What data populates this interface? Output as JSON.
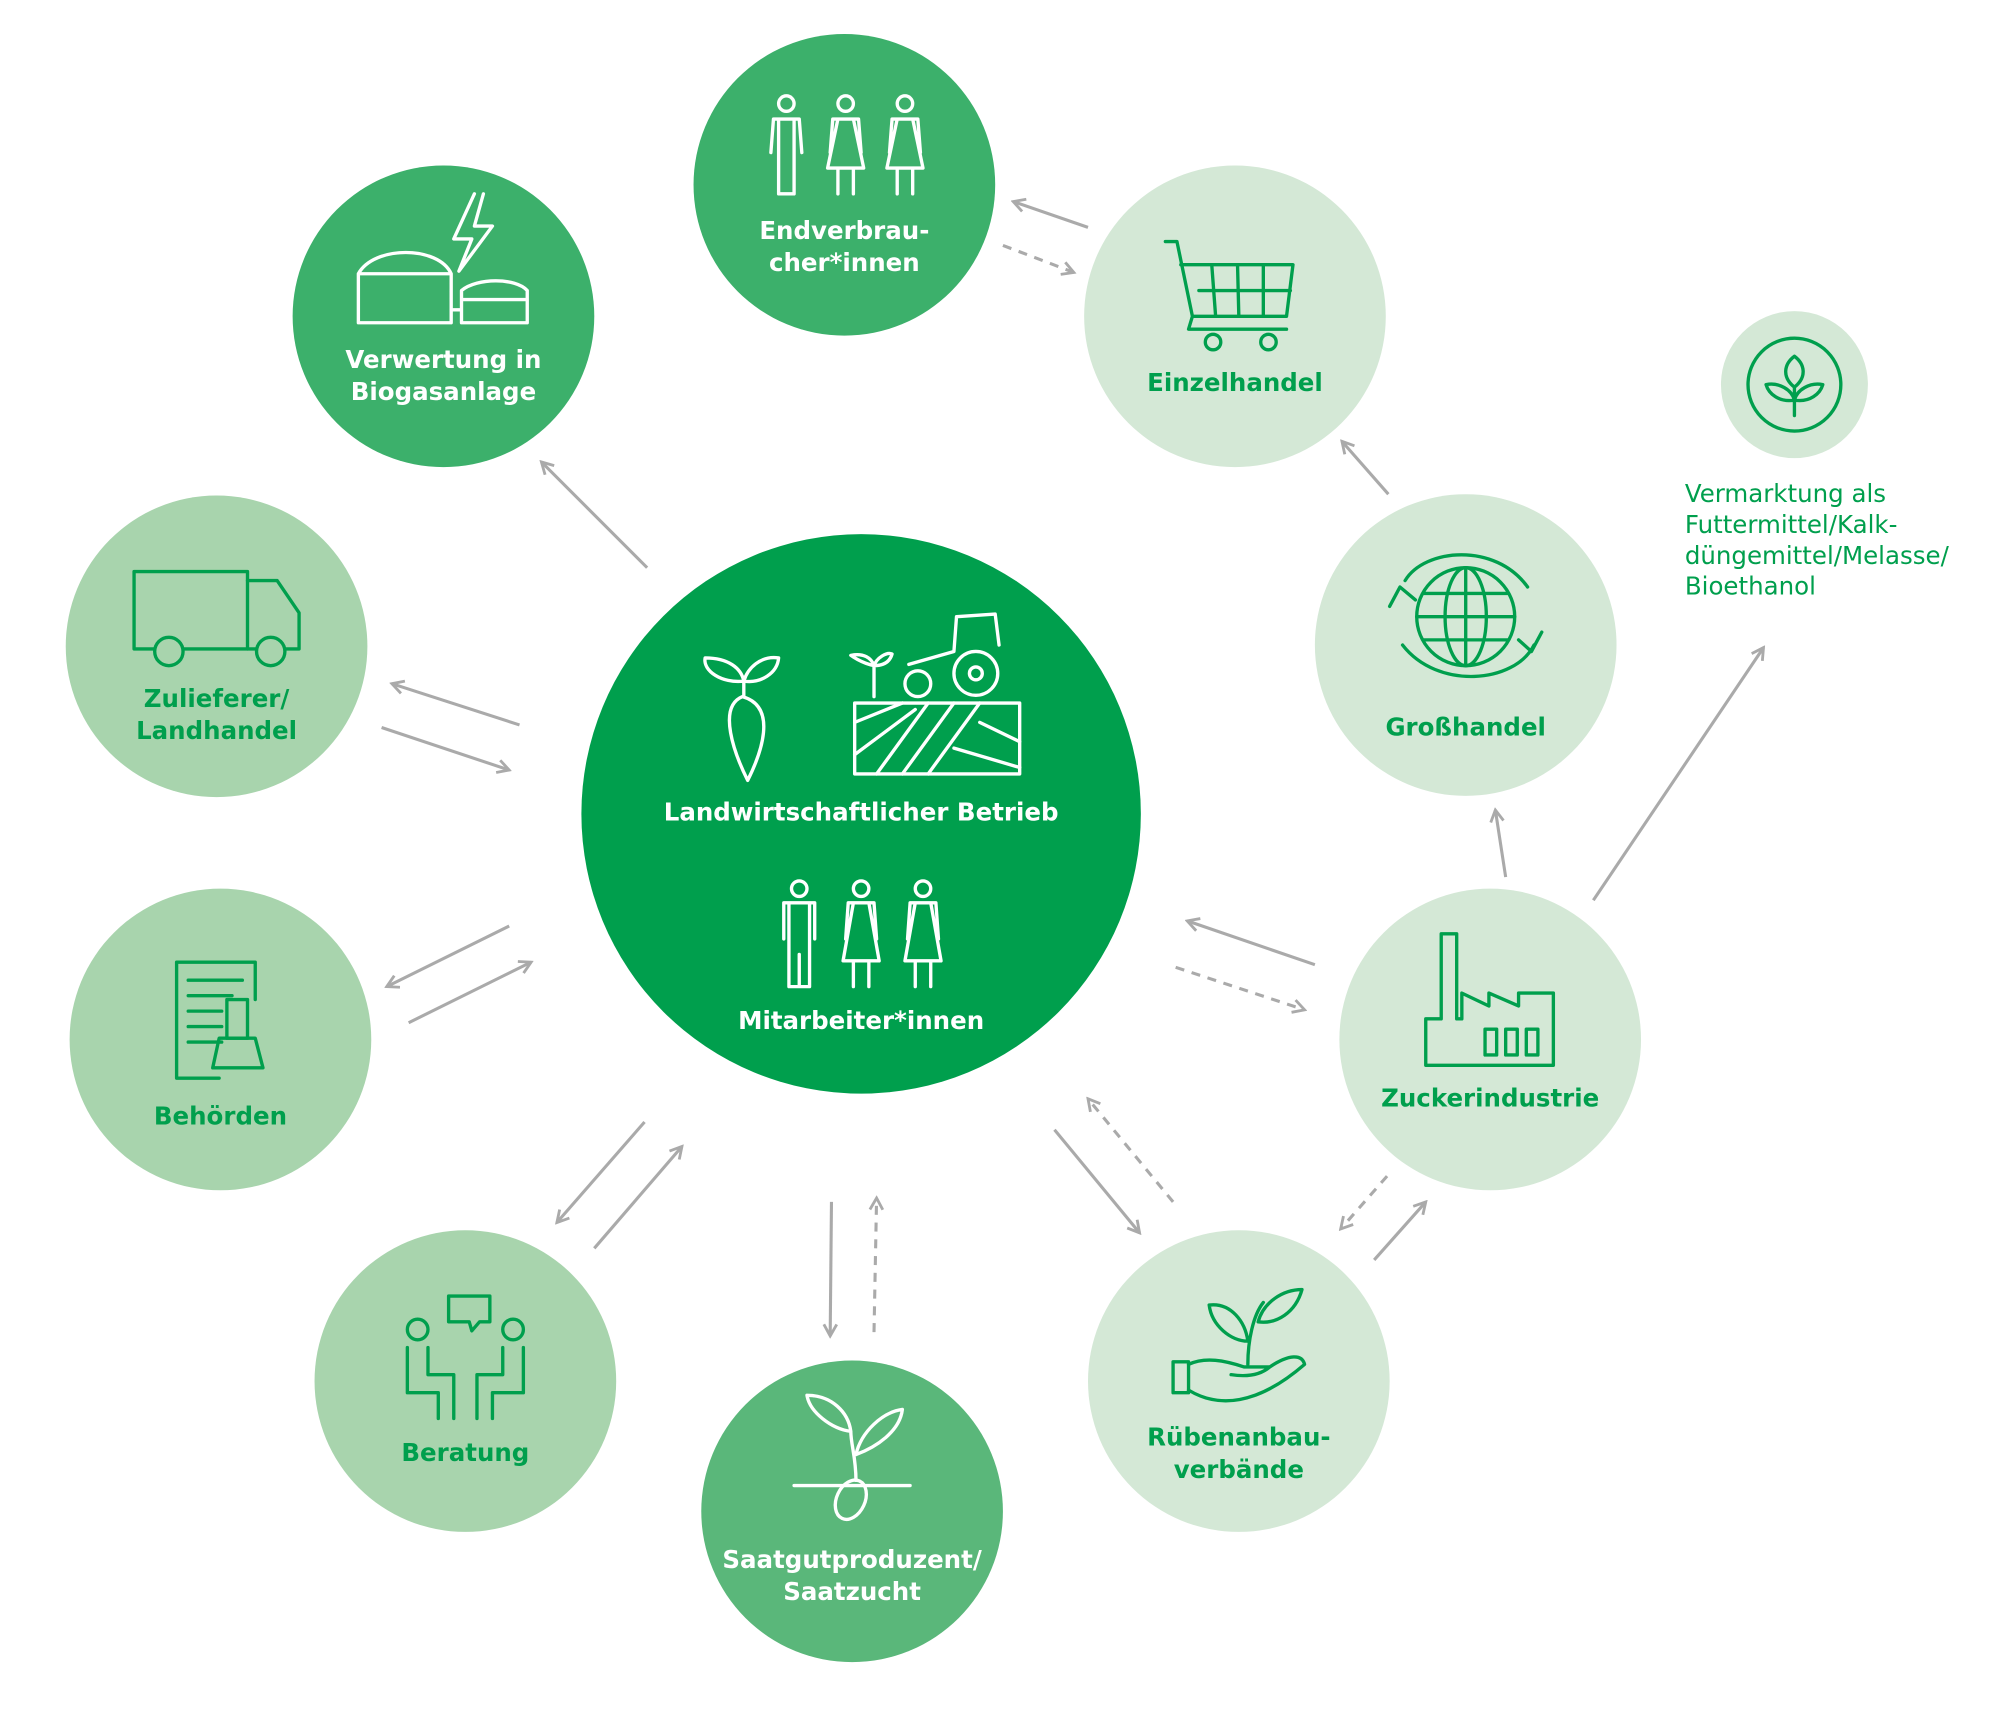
{
  "center": {
    "title": "Landwirtschaftlicher Betrieb",
    "subtitle": "Mitarbeiter*innen"
  },
  "nodes": {
    "endverbraucher": [
      "Endverbrau-",
      "cher*innen"
    ],
    "einzelhandel": [
      "Einzelhandel"
    ],
    "biogas": [
      "Verwertung in",
      "Biogasanlage"
    ],
    "zulieferer": [
      "Zulieferer/",
      "Landhandel"
    ],
    "behoerden": [
      "Behörden"
    ],
    "beratung": [
      "Beratung"
    ],
    "saatgut": [
      "Saatgutproduzent/",
      "Saatzucht"
    ],
    "rueben": [
      "Rübenanbau-",
      "verbände"
    ],
    "zucker": [
      "Zuckerindustrie"
    ],
    "grosshandel": [
      "Großhandel"
    ]
  },
  "vermarktung": [
    "Vermarktung als",
    "Futtermittel/Kalk-",
    "düngemittel/Melasse/",
    "Bioethanol"
  ],
  "colors": {
    "center": "#009f4d",
    "dark": "#3cb06b",
    "medium": "#5ab77a",
    "mid_light": "#a8d4ad",
    "light": "#d4e8d6",
    "arrow": "#aaaaaa"
  }
}
